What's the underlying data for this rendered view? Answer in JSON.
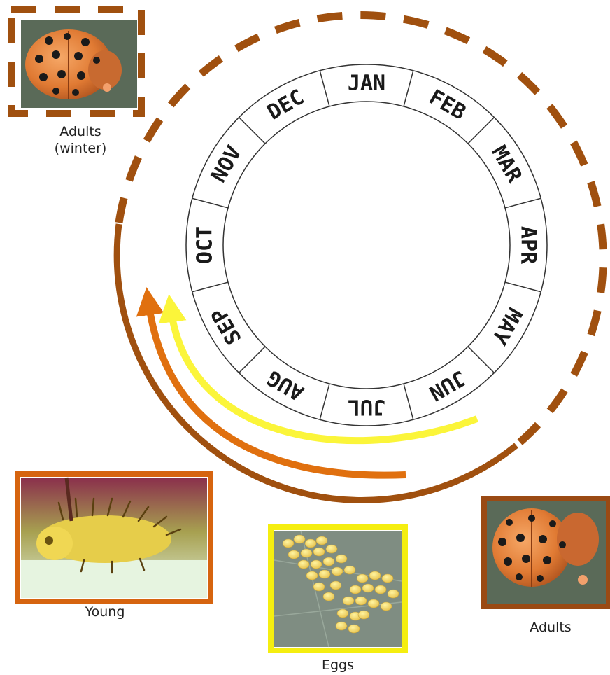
{
  "months": [
    "JAN",
    "FEB",
    "MAR",
    "APR",
    "MAY",
    "JUN",
    "JUL",
    "AUG",
    "SEP",
    "OCT",
    "NOV",
    "DEC"
  ],
  "stages": [
    {
      "id": "adults-winter",
      "caption_line1": "Adults",
      "caption_line2": "(winter)",
      "frame_color": "#a0500f",
      "frame_style": "dashed"
    },
    {
      "id": "young",
      "caption_line1": "Young",
      "frame_color": "#d6640f",
      "frame_style": "solid"
    },
    {
      "id": "eggs",
      "caption_line1": "Eggs",
      "frame_color": "#f5ee10",
      "frame_style": "solid"
    },
    {
      "id": "adults",
      "caption_line1": "Adults",
      "frame_color": "#9a4a14",
      "frame_style": "solid"
    }
  ],
  "arc_colors": {
    "adults": "#a0500f",
    "young": "#e0700f",
    "eggs": "#fbf53a"
  },
  "icons": {
    "beetle": "spotted-beetle-photo",
    "larva": "spiny-larva-photo",
    "eggs": "egg-cluster-photo"
  }
}
